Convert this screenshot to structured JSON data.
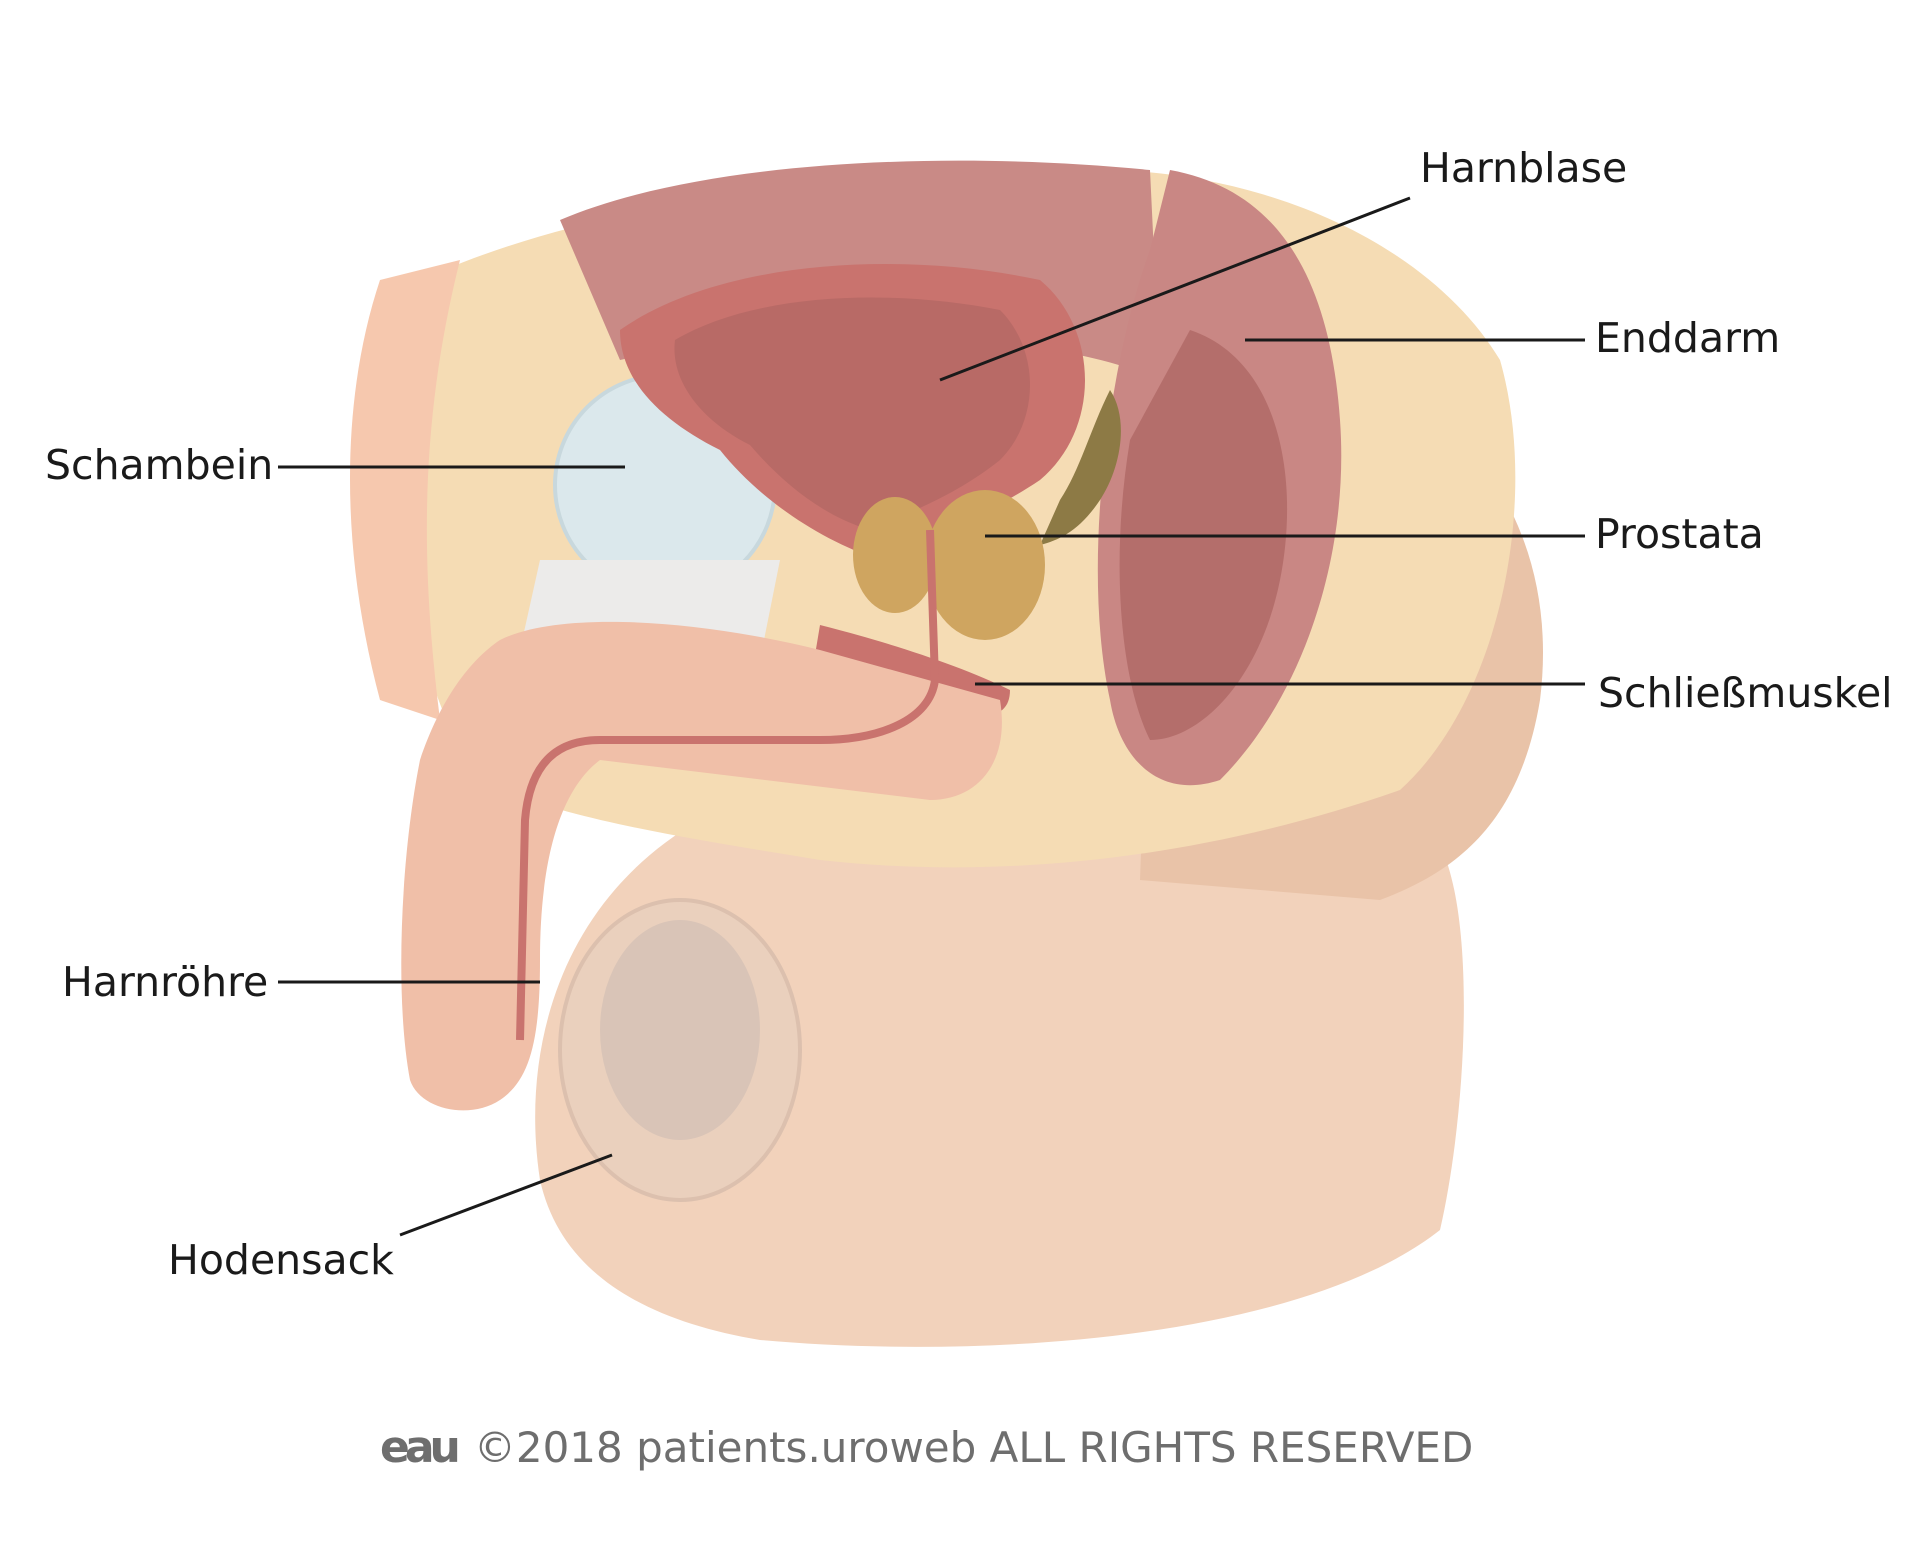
{
  "labels": {
    "harnblase": "Harnblase",
    "enddarm": "Enddarm",
    "schambein": "Schambein",
    "prostata": "Prostata",
    "schliessmuskel": "Schließmuskel",
    "harnroehre": "Harnröhre",
    "hodensack": "Hodensack"
  },
  "footer": {
    "logo": "eau",
    "copyright": "©2018 patients.uroweb ALL RIGHTS RESERVED"
  },
  "colors": {
    "skin": "#f2d2bb",
    "fat": "#f5dcb4",
    "muscle": "#c9736e",
    "bladder_inner": "#b86a66",
    "bone": "#dbe8ec",
    "prostate": "#cfa560",
    "leader_line": "#1a1a1a"
  }
}
